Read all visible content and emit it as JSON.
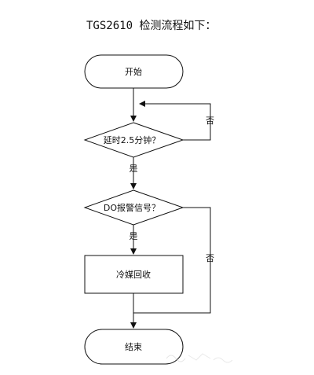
{
  "title": "TGS2610 检测流程如下：",
  "flow": {
    "start": "开始",
    "decision_delay": "延时2.5分钟？",
    "decision_alarm": "DO报警信号？",
    "process": "冷媒回收",
    "end": "结束",
    "labels": {
      "no_delay": "否",
      "yes_delay": "是",
      "yes_alarm": "是",
      "no_alarm": "否"
    }
  }
}
